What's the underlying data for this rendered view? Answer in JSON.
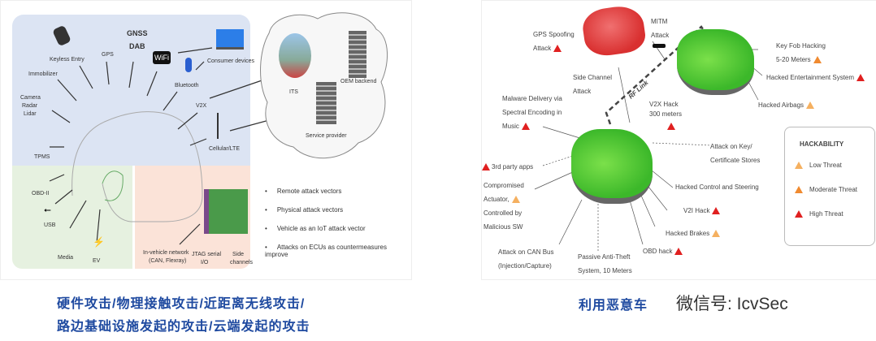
{
  "left_diagram": {
    "labels": {
      "keyless": "Keyless Entry",
      "gps": "GPS",
      "gnss": "GNSS",
      "dab": "DAB",
      "wifi": "WiFi",
      "bluetooth": "Bluetooth",
      "consumer": "Consumer devices",
      "immobilizer": "Immobilizer",
      "camera": "Camera",
      "radar": "Radar",
      "lidar": "Lidar",
      "tpms": "TPMS",
      "v2x": "V2X",
      "cellular": "Cellular/LTE",
      "its": "ITS",
      "oem": "OEM backend",
      "service": "Service provider",
      "obd": "OBD-II",
      "usb": "USB",
      "media": "Media",
      "ev": "EV",
      "ivn1": "In-vehicle network",
      "ivn2": "(CAN, Flexray)",
      "jtag1": "JTAG serial",
      "jtag2": "I/O",
      "side1": "Side",
      "side2": "channels"
    },
    "bullets": [
      "Remote attack vectors",
      "Physical attack vectors",
      "Vehicle as an IoT attack vector",
      "Attacks on ECUs as countermeasures improve"
    ],
    "colors": {
      "remote": "#dce4f3",
      "physical": "#e6f1e0",
      "hardware": "#fbe3d8"
    }
  },
  "right_diagram": {
    "labels": {
      "gps1": "GPS Spoofing",
      "gps2": "Attack",
      "mitm1": "MITM",
      "mitm2": "Attack",
      "keyfob1": "Key Fob Hacking",
      "keyfob2": "5-20 Meters",
      "entertain": "Hacked Entertainment System",
      "airbags": "Hacked Airbags",
      "side1": "Side Channel",
      "side2": "Attack",
      "rf": "RF Link",
      "malware1": "Malware Delivery via",
      "malware2": "Spectral Encoding in",
      "malware3": "Music",
      "v2x1": "V2X Hack",
      "v2x2": "300 meters",
      "keystore1": "Attack on Key/",
      "keystore2": "Certificate Stores",
      "apps": "3rd party apps",
      "act1": "Compromised",
      "act2": "Actuator,",
      "act3": "Controlled by",
      "act4": "Malicious SW",
      "steer": "Hacked Control and Steering",
      "v2i": "V2I Hack",
      "brakes": "Hacked Brakes",
      "obd": "OBD hack",
      "can1": "Attack on CAN Bus",
      "can2": "(Injection/Capture)",
      "pats1": "Passive Anti-Theft",
      "pats2": "System, 10 Meters"
    },
    "legend": {
      "title": "HACKABILITY",
      "items": [
        "Low Threat",
        "Moderate Threat",
        "High Threat"
      ],
      "colors": [
        "#f5b060",
        "#f08a30",
        "#e02020"
      ]
    }
  },
  "captions": {
    "left1": "硬件攻击/物理接触攻击/近距离无线攻击/",
    "left2": "路边基础设施发起的攻击/云端发起的攻击",
    "right": "利用恶意车"
  },
  "watermark": "微信号: IcvSec"
}
